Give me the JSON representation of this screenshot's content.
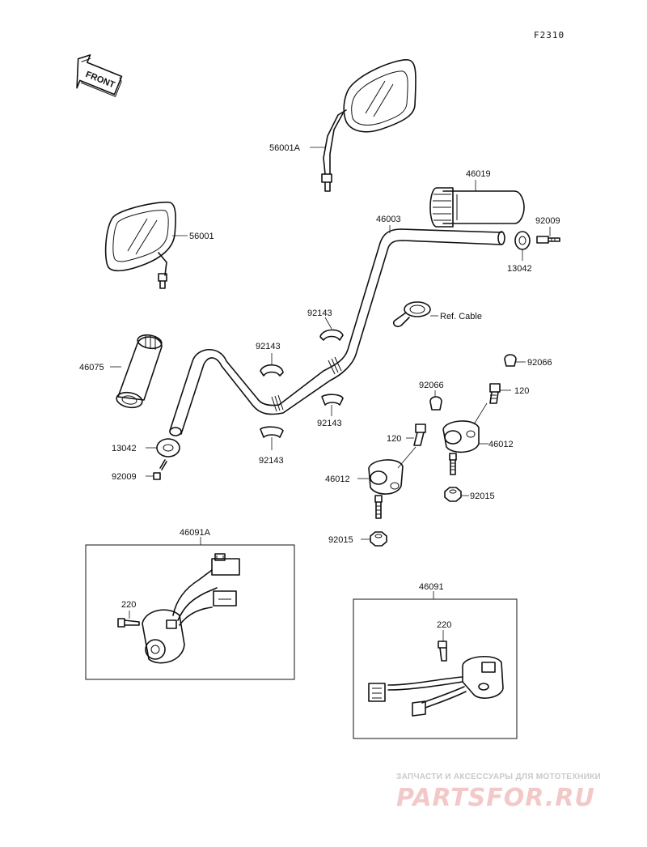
{
  "page_code": "F2310",
  "front_arrow_text": "FRONT",
  "labels": {
    "mirror_right": "56001A",
    "mirror_left": "56001",
    "throttle_grip": "46019",
    "bolt_right": "92009",
    "weight_right": "13042",
    "handlebar": "46003",
    "ref_cable": "Ref. Cable",
    "clamp_upper_a": "92143",
    "clamp_upper_b": "92143",
    "clamp_lower_a": "92143",
    "clamp_lower_b": "92143",
    "grip_left": "46075",
    "weight_left": "13042",
    "bolt_left": "92009",
    "cap_right": "92066",
    "cap_left": "92066",
    "bolt120_right": "120",
    "bolt120_left": "120",
    "holder_right": "46012",
    "holder_left": "46012",
    "nut_right": "92015",
    "nut_left": "92015",
    "switch_left_box": "46091A",
    "screw_left": "220",
    "switch_right_box": "46091",
    "screw_right": "220"
  },
  "watermark": {
    "top": "ЗАПЧАСТИ И АКСЕССУАРЫ ДЛЯ МОТОТЕХНИКИ",
    "main": "PARTSFOR.RU"
  }
}
